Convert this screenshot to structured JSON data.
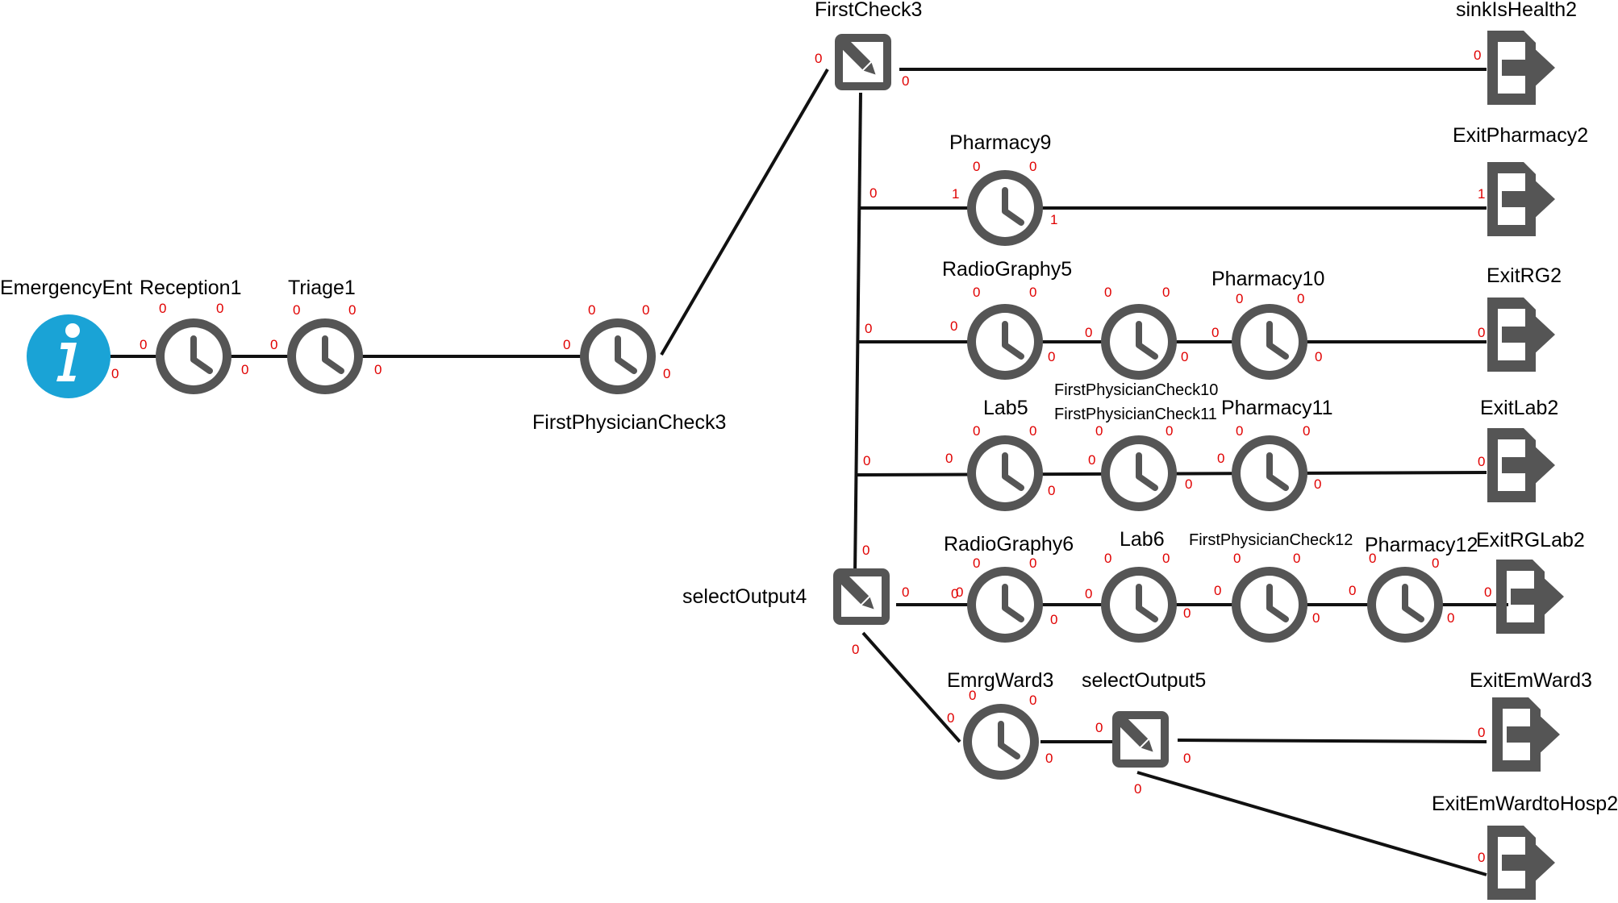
{
  "colors": {
    "icon": "#555555",
    "source": "#1aa3d6",
    "port": "#e00000",
    "edge": "#111111"
  },
  "nodes": {
    "emergency_ent": {
      "name": "EmergencyEnt",
      "icon": "info-icon"
    },
    "reception1": {
      "name": "Reception1",
      "icon": "clock-icon",
      "ports": [
        "0",
        "0",
        "0",
        "0"
      ]
    },
    "triage1": {
      "name": "Triage1",
      "icon": "clock-icon",
      "ports": [
        "0",
        "0",
        "0",
        "0"
      ]
    },
    "first_physician_check3": {
      "name": "FirstPhysicianCheck3",
      "icon": "clock-icon",
      "ports": [
        "0",
        "0",
        "0",
        "0"
      ]
    },
    "first_check3": {
      "name": "FirstCheck3",
      "icon": "edit-icon",
      "ports": [
        "0",
        "0"
      ]
    },
    "select_output4": {
      "name": "selectOutput4",
      "icon": "edit-icon",
      "ports": [
        "0",
        "0",
        "0"
      ]
    },
    "pharmacy9": {
      "name": "Pharmacy9",
      "icon": "clock-icon",
      "ports": [
        "0",
        "0",
        "1",
        "1"
      ]
    },
    "radiography5": {
      "name": "RadioGraphy5",
      "icon": "clock-icon",
      "ports": [
        "0",
        "0",
        "0",
        "0"
      ]
    },
    "first_physician_check10": {
      "name": "FirstPhysicianCheck10",
      "icon": "clock-icon",
      "ports": [
        "0",
        "0",
        "0",
        "0"
      ]
    },
    "pharmacy10": {
      "name": "Pharmacy10",
      "icon": "clock-icon",
      "ports": [
        "0",
        "0",
        "0",
        "0"
      ]
    },
    "lab5": {
      "name": "Lab5",
      "icon": "clock-icon",
      "ports": [
        "0",
        "0",
        "0",
        "0"
      ]
    },
    "first_physician_check11": {
      "name": "FirstPhysicianCheck11",
      "icon": "clock-icon",
      "ports": [
        "0",
        "0",
        "0",
        "0"
      ]
    },
    "pharmacy11": {
      "name": "Pharmacy11",
      "icon": "clock-icon",
      "ports": [
        "0",
        "0",
        "0",
        "0"
      ]
    },
    "radiography6": {
      "name": "RadioGraphy6",
      "icon": "clock-icon",
      "ports": [
        "0",
        "0",
        "0",
        "0"
      ]
    },
    "lab6": {
      "name": "Lab6",
      "icon": "clock-icon",
      "ports": [
        "0",
        "0",
        "0",
        "0"
      ]
    },
    "first_physician_check12": {
      "name": "FirstPhysicianCheck12",
      "icon": "clock-icon",
      "ports": [
        "0",
        "0",
        "0",
        "0"
      ]
    },
    "pharmacy12": {
      "name": "Pharmacy12",
      "icon": "clock-icon",
      "ports": [
        "0",
        "0",
        "0",
        "0"
      ]
    },
    "emrg_ward3": {
      "name": "EmrgWard3",
      "icon": "clock-icon",
      "ports": [
        "0",
        "0",
        "0",
        "0"
      ]
    },
    "select_output5": {
      "name": "selectOutput5",
      "icon": "edit-icon",
      "ports": [
        "0",
        "0",
        "0"
      ]
    },
    "sink_is_health2": {
      "name": "sinkIsHealth2",
      "icon": "exit-icon",
      "ports": [
        "0"
      ]
    },
    "exit_pharmacy2": {
      "name": "ExitPharmacy2",
      "icon": "exit-icon",
      "ports": [
        "1"
      ]
    },
    "exit_rg2": {
      "name": "ExitRG2",
      "icon": "exit-icon",
      "ports": [
        "0"
      ]
    },
    "exit_lab2": {
      "name": "ExitLab2",
      "icon": "exit-icon",
      "ports": [
        "0"
      ]
    },
    "exit_rg_lab2": {
      "name": "ExitRGLab2",
      "icon": "exit-icon",
      "ports": [
        "0"
      ]
    },
    "exit_em_ward3": {
      "name": "ExitEmWard3",
      "icon": "exit-icon",
      "ports": [
        "0"
      ]
    },
    "exit_em_ward_to_hosp2": {
      "name": "ExitEmWardtoHosp2",
      "icon": "exit-icon",
      "ports": [
        "0"
      ]
    }
  },
  "extra_ports": {
    "emergency_ent_out": "0",
    "branch_pharmacy": "0",
    "branch_radiography": "0",
    "branch_lab": "0",
    "branch_select": "0"
  }
}
